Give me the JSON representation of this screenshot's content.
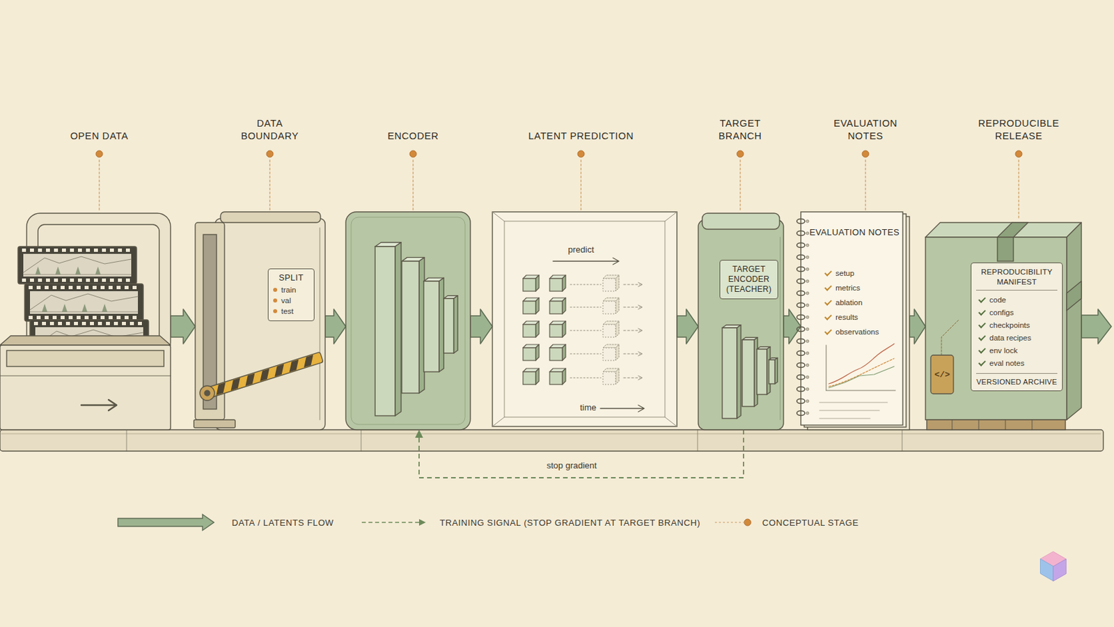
{
  "diagram": {
    "nodes": [
      {
        "text": [
          "OPEN DATA"
        ]
      },
      {
        "text": [
          "DATA BOUNDARY"
        ]
      },
      {
        "text": [
          "SPLIT",
          "train",
          "val",
          "test"
        ],
        "in": 1
      },
      {
        "text": [
          "ENCODER"
        ]
      },
      {
        "text": [
          "LATENT PREDICTION",
          "predict",
          "time"
        ]
      },
      {
        "text": [
          "TARGET BRANCH"
        ]
      },
      {
        "text": [
          "TARGET ENCODER (TEACHER)"
        ],
        "in": 5
      },
      {
        "text": [
          "EVALUATION NOTES",
          "EVALUATION NOTES",
          "setup",
          "metrics",
          "ablation",
          "results",
          "observations"
        ]
      },
      {
        "text": [
          "REPRODUCIBLE RELEASE"
        ]
      },
      {
        "text": [
          "REPRODUCIBILITY MANIFEST",
          "code",
          "configs",
          "checkpoints",
          "data recipes",
          "env lock",
          "eval notes",
          "VERSIONED ARCHIVE"
        ],
        "in": 8
      }
    ],
    "edges": [
      {
        "from": 0,
        "to": 1,
        "arrow": "to"
      },
      {
        "from": 1,
        "to": 3,
        "arrow": "to"
      },
      {
        "from": 3,
        "to": 4,
        "arrow": "to"
      },
      {
        "from": 4,
        "to": 5,
        "arrow": "to"
      },
      {
        "from": 5,
        "to": 7,
        "arrow": "to"
      },
      {
        "from": 7,
        "to": 8,
        "arrow": "to"
      },
      {
        "from": 5,
        "to": 3,
        "label": "stop gradient",
        "arrow": "to"
      }
    ],
    "labels": [
      "</>"
    ],
    "legend": [
      {
        "text": "DATA / LATENTS FLOW"
      },
      {
        "text": "TRAINING SIGNAL (STOP GRADIENT AT TARGET BRANCH)"
      },
      {
        "text": "CONCEPTUAL STAGE"
      }
    ]
  }
}
